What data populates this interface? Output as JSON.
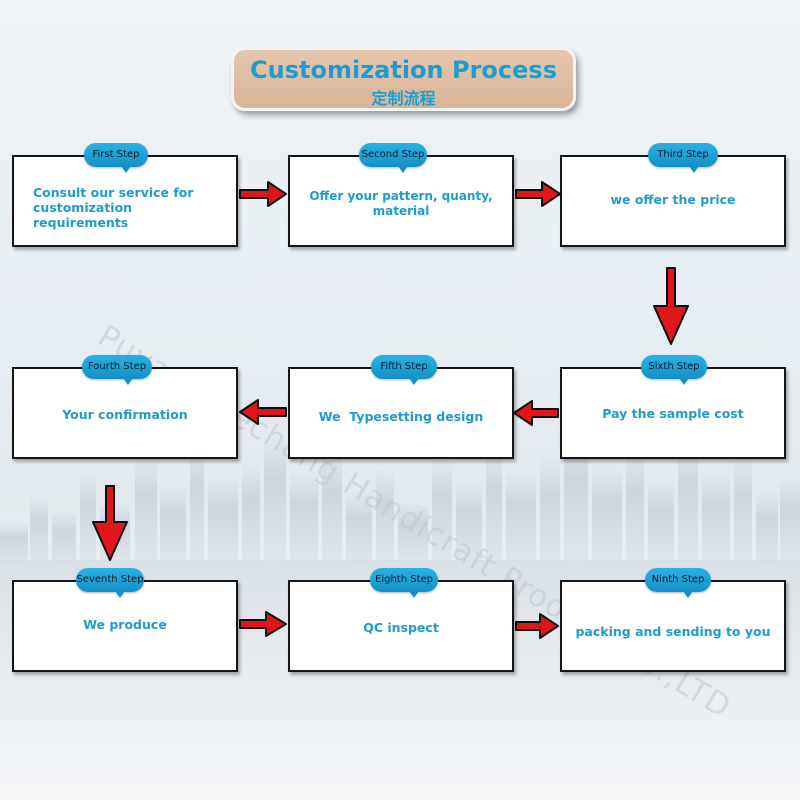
{
  "title": {
    "english": "Customization Process",
    "chinese": "定制流程"
  },
  "watermark": "Puyang Hechang Handicraft Product CO.,LTD",
  "steps": [
    {
      "label": "First Step",
      "text": "Consult our service for customization requirements"
    },
    {
      "label": "Second Step",
      "text": "Offer your pattern, quanty, material"
    },
    {
      "label": "Third Step",
      "text": "we offer the price"
    },
    {
      "label": "Fourth Step",
      "text": "Your confirmation"
    },
    {
      "label": "Fifth Step",
      "text": "We  Typesetting design"
    },
    {
      "label": "Sixth Step",
      "text": "Pay the sample cost"
    },
    {
      "label": "Seventh Step",
      "text": "We produce"
    },
    {
      "label": "Eighth Step",
      "text": "QC inspect"
    },
    {
      "label": "Ninth Step",
      "text": "packing and sending to you"
    }
  ],
  "colors": {
    "accent_text": "#1e9ccf",
    "badge": "#1a9fd4",
    "arrow": "#e0161b",
    "title_banner": "#dfbca0"
  }
}
